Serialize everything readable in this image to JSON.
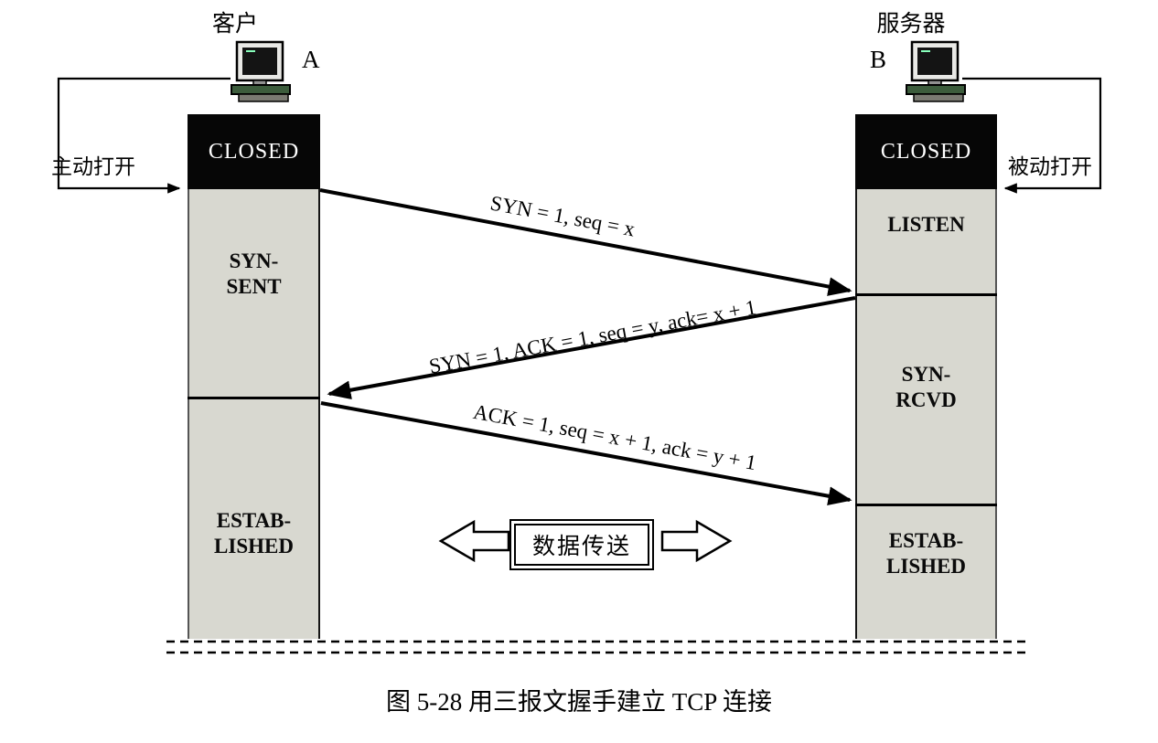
{
  "figure": {
    "caption": "图 5-28  用三报文握手建立 TCP 连接",
    "data_transfer_label": "数据传送"
  },
  "client": {
    "role": "客户",
    "host": "A",
    "open": "主动打开",
    "state_closed": "CLOSED",
    "state_syn_sent": [
      "SYN-",
      "SENT"
    ],
    "state_established": [
      "ESTAB-",
      "LISHED"
    ]
  },
  "server": {
    "role": "服务器",
    "host": "B",
    "open": "被动打开",
    "state_closed": "CLOSED",
    "state_listen": "LISTEN",
    "state_syn_rcvd": [
      "SYN-",
      "RCVD"
    ],
    "state_established": [
      "ESTAB-",
      "LISHED"
    ]
  },
  "messages": [
    {
      "label": "SYN = 1, seq = x"
    },
    {
      "label": "SYN = 1, ACK = 1, seq = y, ack= x + 1"
    },
    {
      "label": "ACK = 1, seq = x + 1, ack = y + 1"
    }
  ],
  "colors": {
    "state_column": "#d8d8d0",
    "closed_box": "#060606",
    "background": "#ffffff"
  }
}
